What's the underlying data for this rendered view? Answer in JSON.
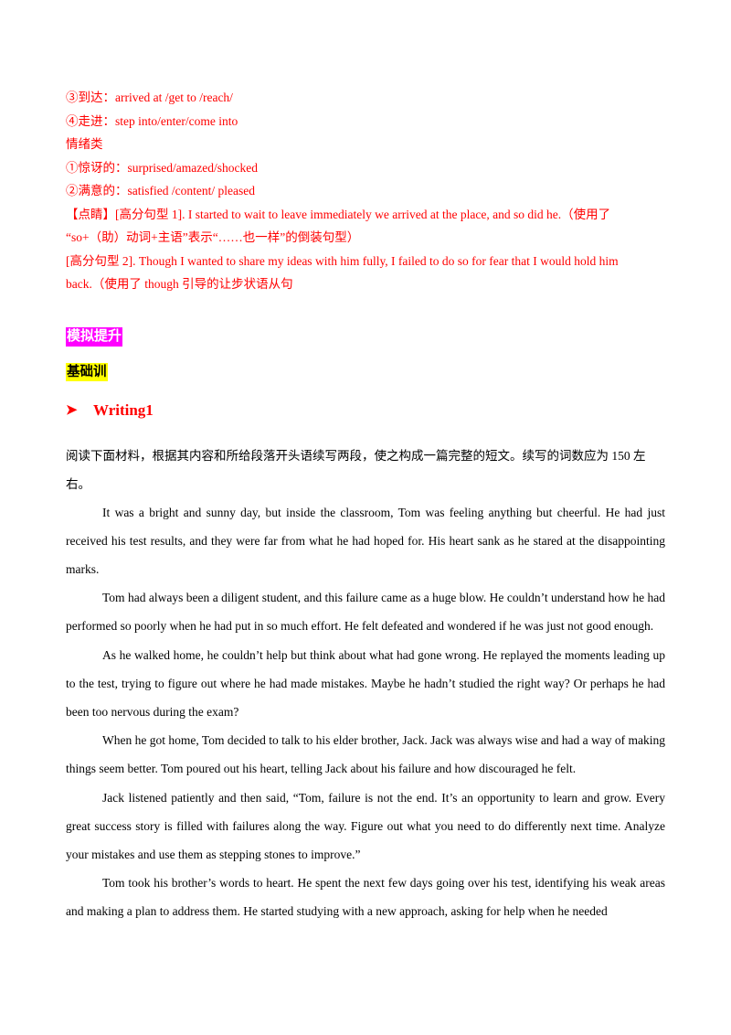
{
  "vocab": {
    "line1": "③到达：arrived at /get to /reach/",
    "line2": "④走进：step into/enter/come into",
    "line3": "情绪类",
    "line4": "①惊讶的：surprised/amazed/shocked",
    "line5": "②满意的：satisfied /content/ pleased"
  },
  "notes": {
    "line1": "【点睛】[高分句型 1]. I started to wait to leave immediately we arrived at the place, and so did he.（使用了",
    "line2": "“so+（助）动词+主语”表示“……也一样”的倒装句型）",
    "line3": "[高分句型 2]. Though I wanted to share my ideas with him fully, I failed to do so for fear that I would hold him",
    "line4": "back.（使用了 though  引导的让步状语从句"
  },
  "section_title": "模拟提升",
  "subsection_title": "基础训",
  "writing_heading": "Writing1",
  "intro_text": "阅读下面材料，根据其内容和所给段落开头语续写两段，使之构成一篇完整的短文。续写的词数应为 150 左右。",
  "paragraphs": [
    "It was a bright and sunny day, but inside the classroom, Tom was feeling anything but cheerful. He had just received his test results, and they were far from what he had hoped for. His heart sank as he stared at the disappointing marks.",
    "Tom had always been a diligent student, and this failure came as a huge blow. He couldn’t understand how he had performed so poorly when he had put in so much effort. He felt defeated and wondered if he was just not good enough.",
    "As he walked home, he couldn’t help but think about what had gone wrong. He replayed the moments leading up to the test, trying to figure out where he had made mistakes. Maybe he hadn’t studied the right way? Or perhaps he had been too nervous during the exam?",
    "When he got home, Tom decided to talk to his elder brother, Jack. Jack was always wise and had a way of making things seem better. Tom poured out his heart, telling Jack about his failure and how discouraged he felt.",
    "Jack listened patiently and then said, “Tom, failure is not the end. It’s an opportunity to learn and grow. Every great success story is filled with failures along the way. Figure out what you need to do differently next time. Analyze your mistakes and use them as stepping stones to improve.”",
    "Tom took his brother’s words to heart. He spent the next few days going over his test, identifying his weak areas and making a plan to address them. He started studying with a new approach, asking for help when he needed"
  ]
}
